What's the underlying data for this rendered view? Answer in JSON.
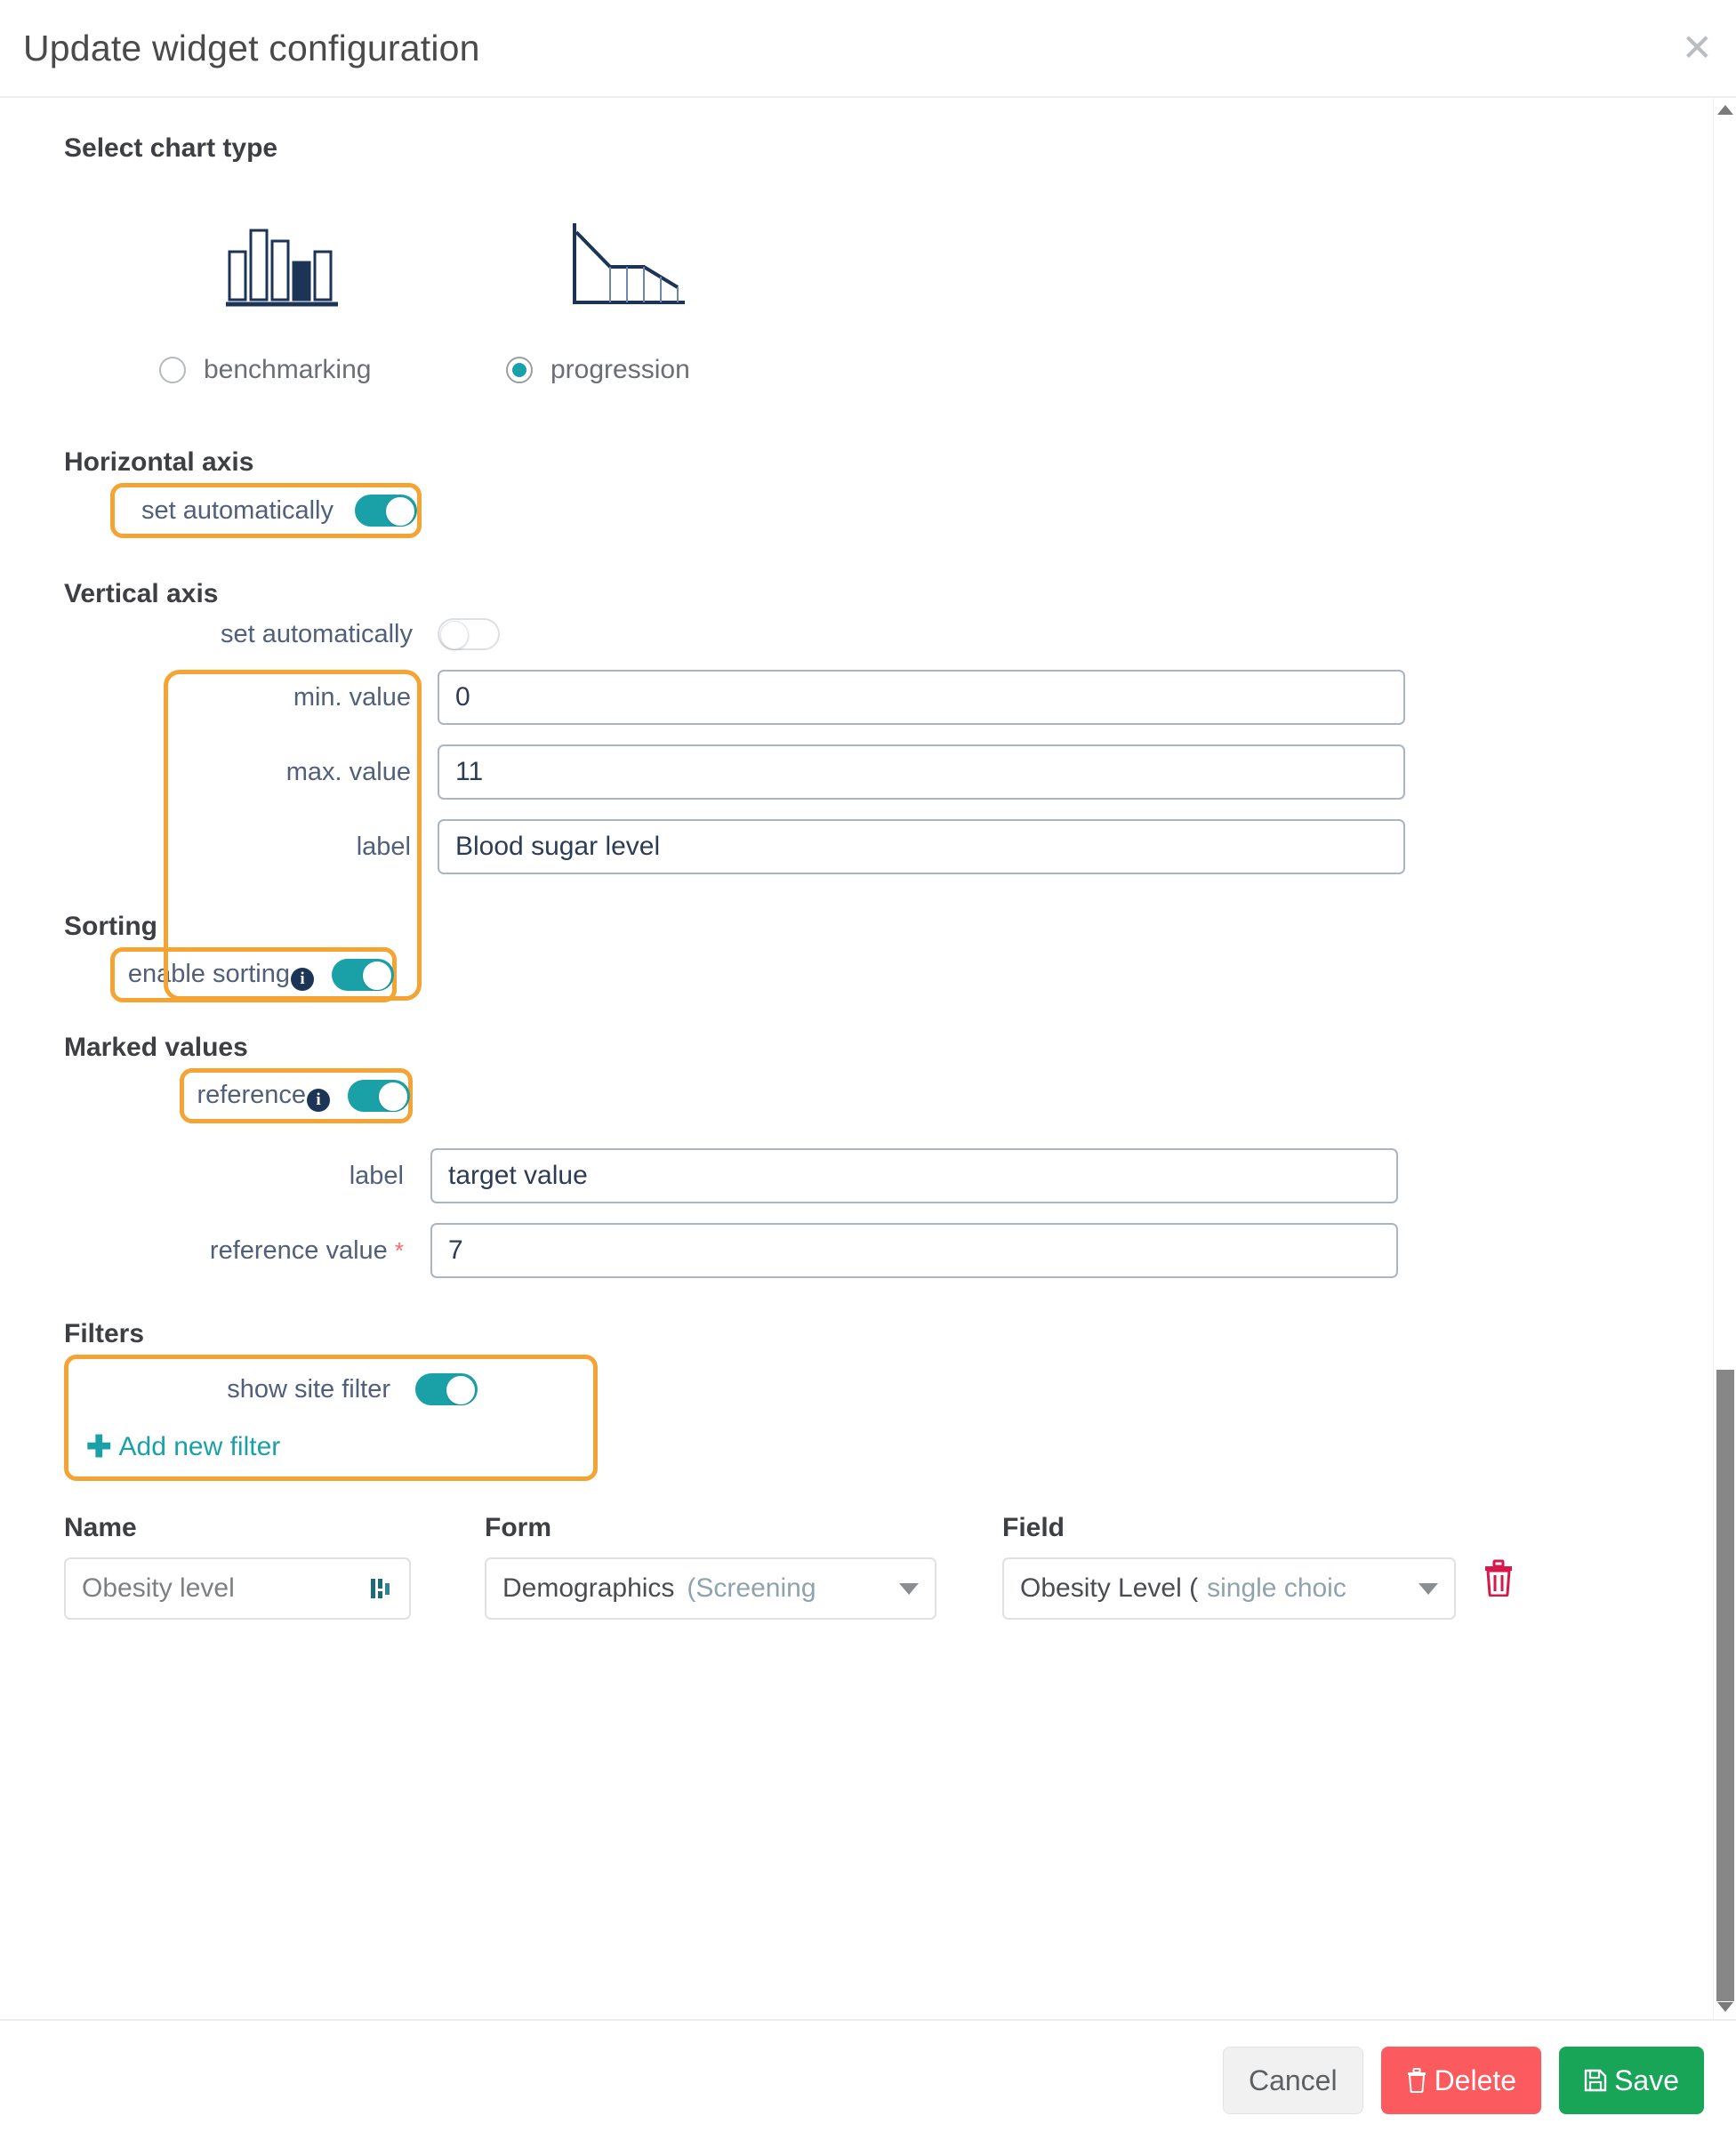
{
  "header": {
    "title": "Update widget configuration",
    "close_icon": "close-icon"
  },
  "chart_type": {
    "section_title": "Select chart type",
    "options": [
      {
        "id": "benchmarking",
        "label": "benchmarking",
        "selected": false,
        "icon": "bar-chart-icon"
      },
      {
        "id": "progression",
        "label": "progression",
        "selected": true,
        "icon": "area-chart-icon"
      }
    ]
  },
  "horizontal_axis": {
    "section_title": "Horizontal axis",
    "auto_label": "set automatically",
    "auto_on": true,
    "highlighted": true
  },
  "vertical_axis": {
    "section_title": "Vertical axis",
    "auto_label": "set automatically",
    "auto_on": false,
    "fields": [
      {
        "label": "min. value",
        "value": "0"
      },
      {
        "label": "max. value",
        "value": "11"
      },
      {
        "label": "label",
        "value": "Blood sugar level"
      }
    ],
    "highlighted": true
  },
  "sorting": {
    "section_title": "Sorting",
    "enable_label": "enable sorting",
    "info_icon": "info-icon",
    "enable_on": true,
    "highlighted": true
  },
  "marked_values": {
    "section_title": "Marked values",
    "reference_label": "reference",
    "info_icon": "info-icon",
    "reference_on": true,
    "highlighted": true,
    "fields": [
      {
        "label": "label",
        "value": "target value",
        "required": false
      },
      {
        "label": "reference value",
        "value": "7",
        "required": true,
        "required_mark": "*"
      }
    ]
  },
  "filters": {
    "section_title": "Filters",
    "show_site_filter_label": "show site filter",
    "show_site_filter_on": true,
    "add_new_filter_label": "Add new filter",
    "add_icon": "plus-icon",
    "highlighted": true,
    "columns": {
      "name": "Name",
      "form": "Form",
      "field": "Field"
    },
    "rows": [
      {
        "name": "Obesity level",
        "name_icon": "bar-chart-small-icon",
        "form_main": "Demographics",
        "form_sub": "(Screening",
        "field_main": "Obesity Level (",
        "field_sub": "single choic",
        "delete_icon": "trash-icon"
      }
    ]
  },
  "footer": {
    "cancel_label": "Cancel",
    "delete_label": "Delete",
    "delete_icon": "trash-icon",
    "save_label": "Save",
    "save_icon": "floppy-disk-icon"
  },
  "scrollbar": {
    "up_icon": "caret-up-icon",
    "down_icon": "caret-down-icon"
  },
  "colors": {
    "teal": "#1aa1a8",
    "highlight_orange": "#f5a333",
    "delete_red": "#fb5a5f",
    "save_green": "#18a558",
    "label_blue": "#51607a",
    "navy": "#1c3557"
  }
}
